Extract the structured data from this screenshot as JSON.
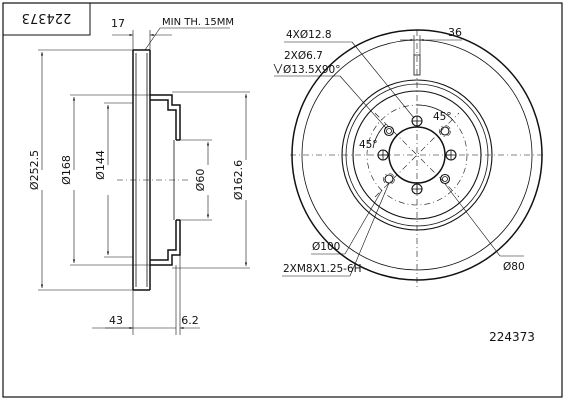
{
  "part_number": "224373",
  "part_number_mirrored": "224373",
  "labels": {
    "thickness": "17",
    "min_thickness": "MIN TH. 15MM",
    "dia_outer": "Ø252.5",
    "dia_168": "Ø168",
    "dia_144": "Ø144",
    "dia_60": "Ø60",
    "dia_162_6": "Ø162.6",
    "height_43": "43",
    "offset_6_2": "6.2",
    "holes_4": "4XØ12.8",
    "size_36": "36",
    "holes_2": "2XØ6.7",
    "countersink": "Ø13.5X90°",
    "angle_top": "45°",
    "angle_left": "45°",
    "pcd_100": "Ø100",
    "thread": "2XM8X1.25-6H",
    "dia_80": "Ø80"
  }
}
